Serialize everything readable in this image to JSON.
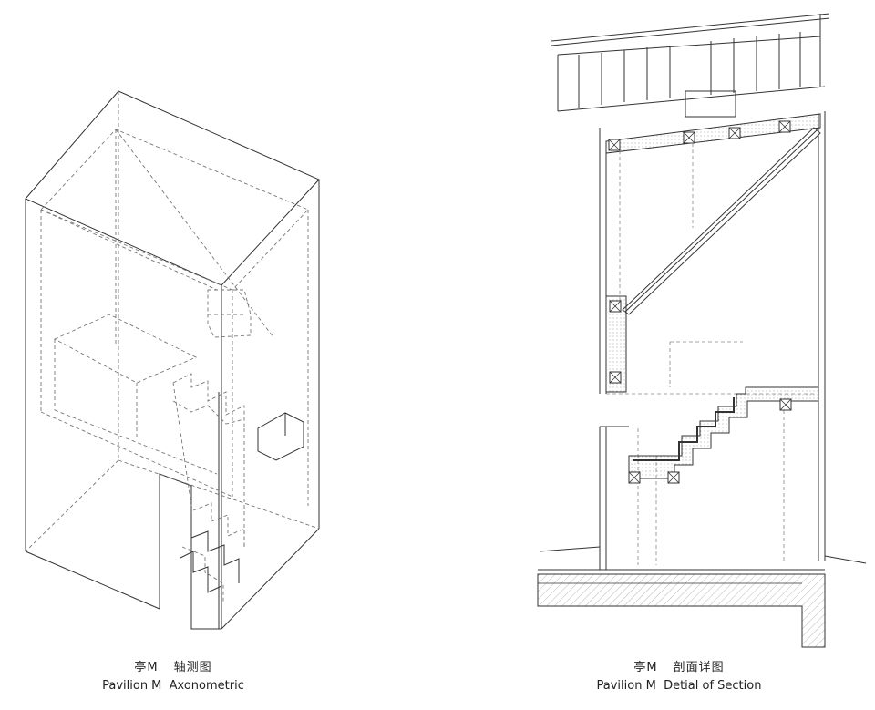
{
  "captions": {
    "left": {
      "zh_name": "亭M",
      "zh_title": "轴测图",
      "en": "Pavilion M  Axonometric"
    },
    "right": {
      "zh_name": "亭M",
      "zh_title": "剖面详图",
      "en": "Pavilion M  Detial of Section"
    }
  },
  "colors": {
    "line": "#333333",
    "dash": "#777777",
    "hatch": "#999999",
    "background": "#ffffff"
  }
}
